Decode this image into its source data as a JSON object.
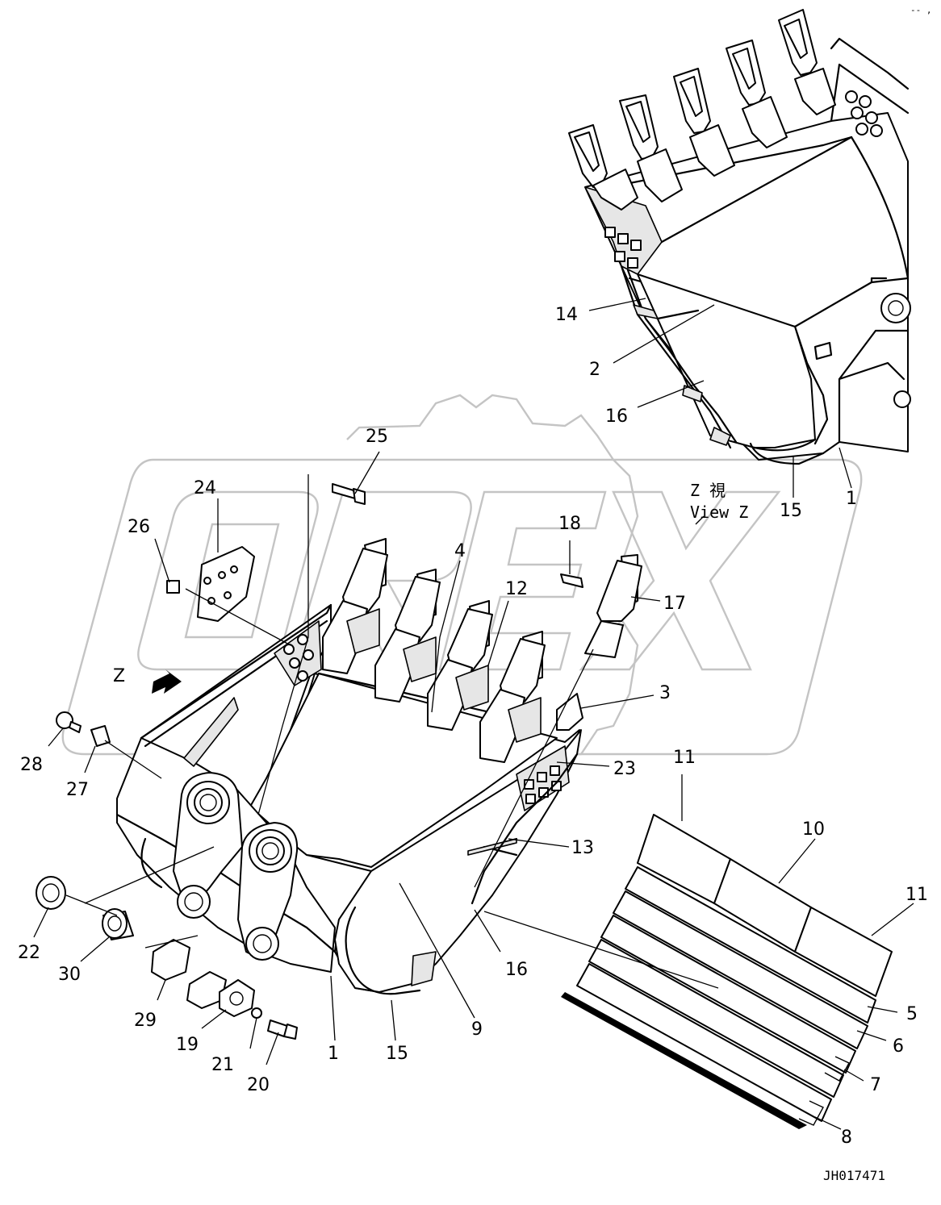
{
  "drawing": {
    "view_label_jp": "Z 視",
    "view_label_en": "View Z",
    "view_arrow_letter": "Z",
    "drawing_number": "JH017471",
    "corner_mark": "-- ,",
    "watermark_text": "OREX"
  },
  "callouts": [
    {
      "id": "c1a",
      "text": "1"
    },
    {
      "id": "c1b",
      "text": "1"
    },
    {
      "id": "c2",
      "text": "2"
    },
    {
      "id": "c3",
      "text": "3"
    },
    {
      "id": "c4",
      "text": "4"
    },
    {
      "id": "c5",
      "text": "5"
    },
    {
      "id": "c6",
      "text": "6"
    },
    {
      "id": "c7",
      "text": "7"
    },
    {
      "id": "c8",
      "text": "8"
    },
    {
      "id": "c9",
      "text": "9"
    },
    {
      "id": "c10",
      "text": "10"
    },
    {
      "id": "c11a",
      "text": "11"
    },
    {
      "id": "c11b",
      "text": "11"
    },
    {
      "id": "c12",
      "text": "12"
    },
    {
      "id": "c13",
      "text": "13"
    },
    {
      "id": "c14",
      "text": "14"
    },
    {
      "id": "c15a",
      "text": "15"
    },
    {
      "id": "c15b",
      "text": "15"
    },
    {
      "id": "c16a",
      "text": "16"
    },
    {
      "id": "c16b",
      "text": "16"
    },
    {
      "id": "c17",
      "text": "17"
    },
    {
      "id": "c18",
      "text": "18"
    },
    {
      "id": "c19",
      "text": "19"
    },
    {
      "id": "c20",
      "text": "20"
    },
    {
      "id": "c21",
      "text": "21"
    },
    {
      "id": "c22",
      "text": "22"
    },
    {
      "id": "c23",
      "text": "23"
    },
    {
      "id": "c24",
      "text": "24"
    },
    {
      "id": "c25",
      "text": "25"
    },
    {
      "id": "c26",
      "text": "26"
    },
    {
      "id": "c27",
      "text": "27"
    },
    {
      "id": "c28",
      "text": "28"
    },
    {
      "id": "c29",
      "text": "29"
    },
    {
      "id": "c30",
      "text": "30"
    }
  ]
}
